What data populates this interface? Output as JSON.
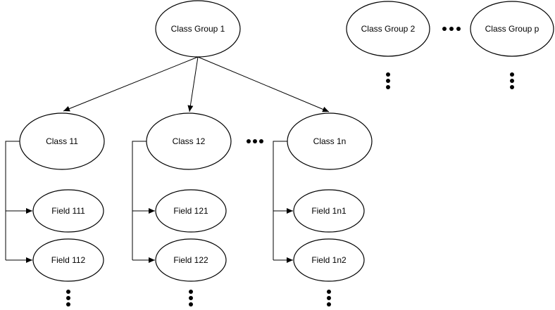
{
  "nodes": {
    "class_group_1": "Class Group 1",
    "class_group_2": "Class Group 2",
    "class_group_p": "Class Group p",
    "class_11": "Class 11",
    "class_12": "Class 12",
    "class_1n": "Class 1n",
    "field_111": "Field 111",
    "field_112": "Field 112",
    "field_121": "Field 121",
    "field_122": "Field 122",
    "field_1n1": "Field 1n1",
    "field_1n2": "Field 1n2"
  },
  "colors": {
    "stroke": "#000000",
    "fill": "#ffffff",
    "background": "#ffffff"
  }
}
